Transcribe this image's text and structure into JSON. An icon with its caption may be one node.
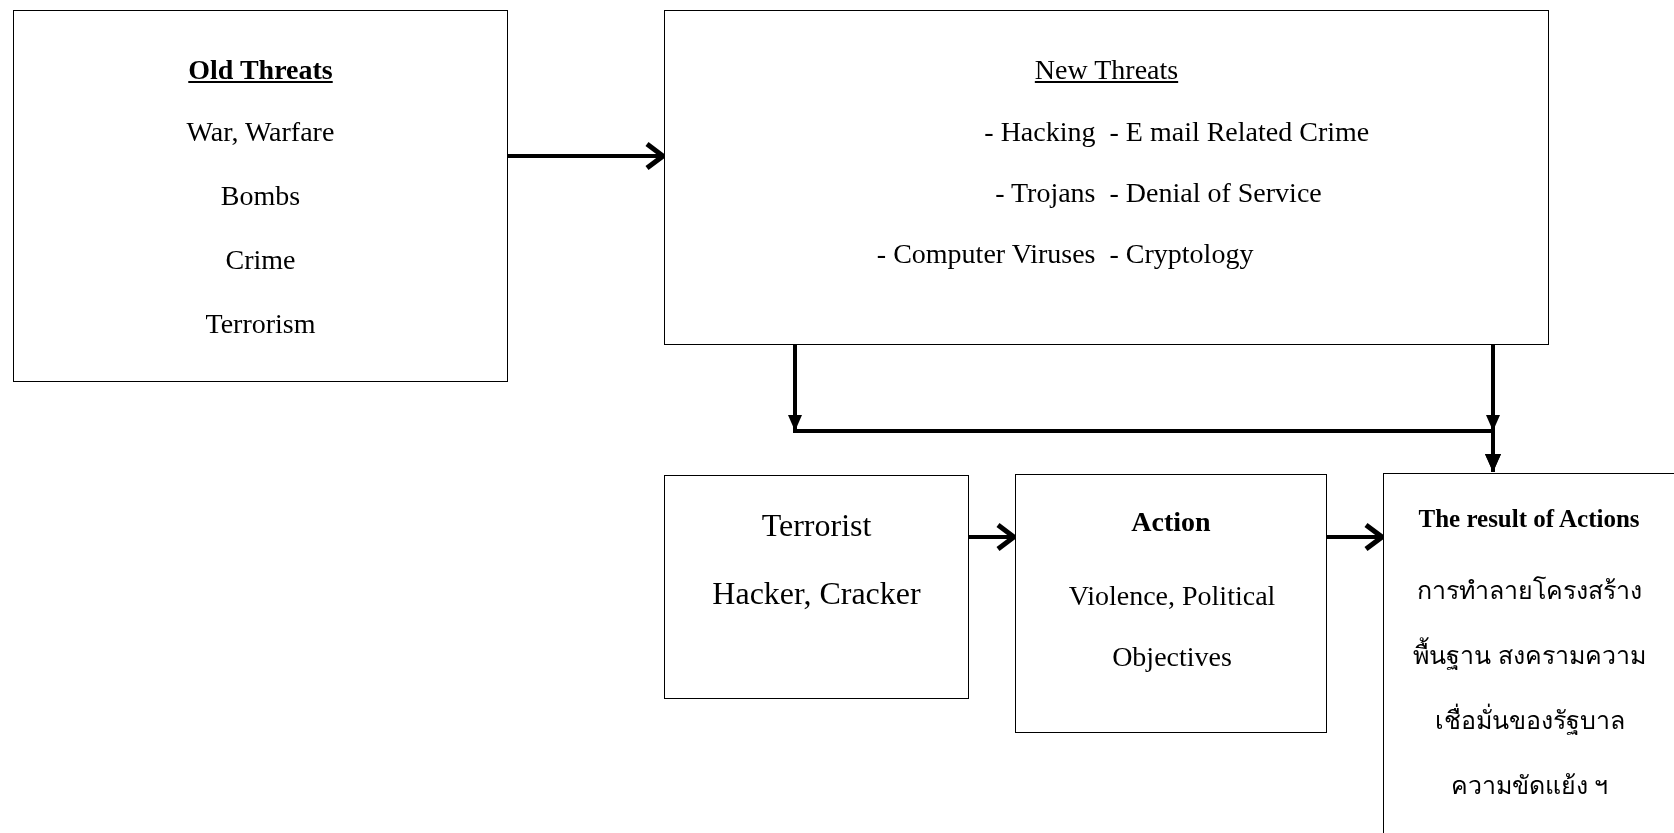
{
  "diagram": {
    "nodes": [
      {
        "text": [
          "Old Threats",
          "War, Warfare",
          "Bombs",
          "Crime",
          "Terrorism"
        ]
      },
      {
        "text": [
          "New Threats",
          "- Hacking",
          "- E mail Related Crime",
          "- Trojans",
          "- Denial of Service",
          "- Computer Viruses",
          "- Cryptology"
        ]
      },
      {
        "text": [
          "Terrorist",
          "Hacker, Cracker"
        ]
      },
      {
        "text": [
          "Action",
          "Violence, Political Objectives"
        ]
      },
      {
        "text": [
          "The result of Actions",
          "การทำลายโครงสร้างพื้นฐาน สงครามความเชื่อมั่นของรัฐบาลความขัดแย้ง ฯ"
        ]
      }
    ],
    "edges": [
      {
        "from": 0,
        "to": 1,
        "arrow": "to"
      },
      {
        "from": 1,
        "to": 4,
        "arrow": "to"
      },
      {
        "from": 1,
        "to": 4,
        "arrow": "to"
      },
      {
        "from": 2,
        "to": 3,
        "arrow": "to"
      },
      {
        "from": 3,
        "to": 4,
        "arrow": "to"
      }
    ]
  }
}
